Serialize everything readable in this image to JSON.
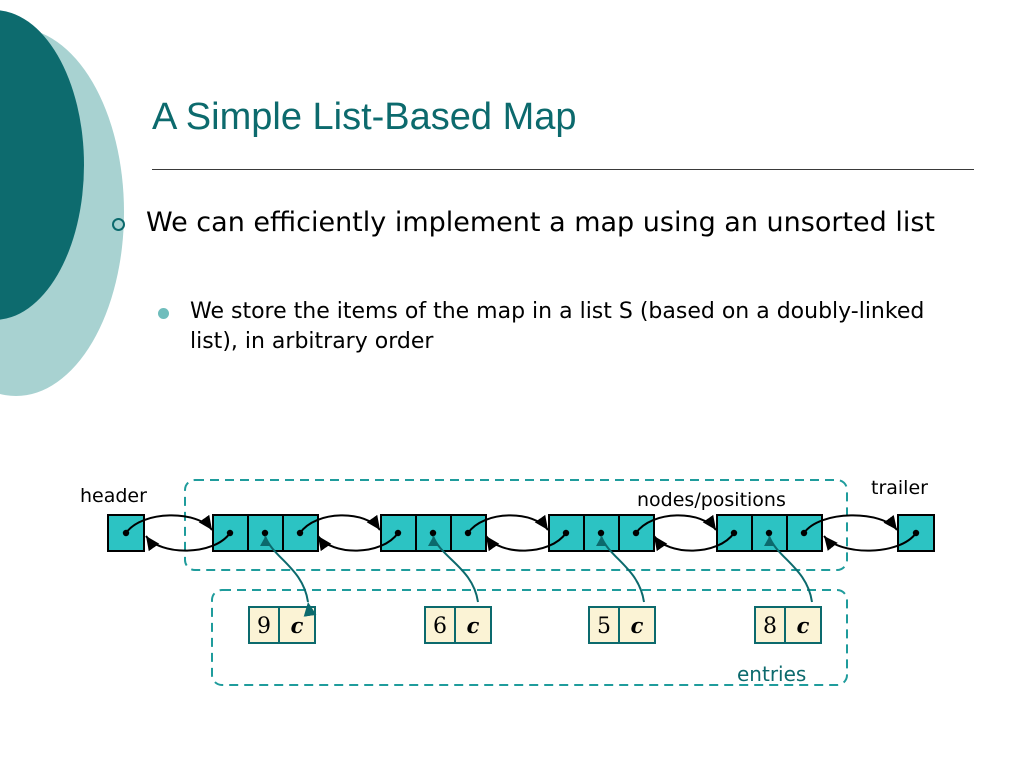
{
  "slide": {
    "title": "A Simple List-Based Map",
    "bullets": [
      {
        "level": 1,
        "text": "We can efficiently implement a map using an unsorted list"
      },
      {
        "level": 2,
        "text": "We store the items of the map in a list S (based on a doubly-linked list), in arbitrary order"
      }
    ]
  },
  "diagram": {
    "labels": {
      "header": "header",
      "trailer": "trailer",
      "nodes_positions": "nodes/positions",
      "entries": "entries"
    },
    "entries": [
      {
        "key": "9",
        "value": "c"
      },
      {
        "key": "6",
        "value": "c"
      },
      {
        "key": "5",
        "value": "c"
      },
      {
        "key": "8",
        "value": "c"
      }
    ],
    "colors": {
      "node_fill": "#2cc3c3",
      "entry_fill": "#fbf3d5",
      "accent": "#0c6a6d",
      "dashed_stroke": "#1f9c9c",
      "outline": "#000000"
    }
  }
}
